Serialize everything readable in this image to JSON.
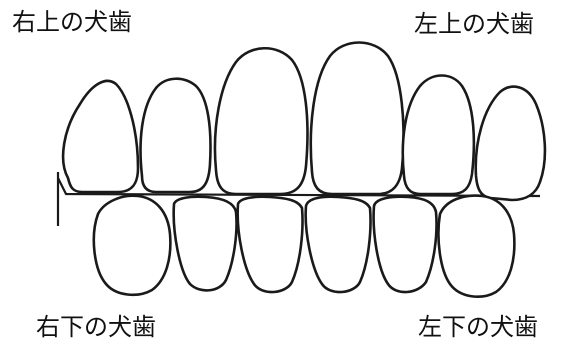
{
  "labels": {
    "upper_right": "右上の犬歯",
    "upper_left": "左上の犬歯",
    "lower_right": "右下の犬歯",
    "lower_left": "左下の犬歯"
  },
  "colors": {
    "outline": "#1a1a1a",
    "background": "#ffffff"
  }
}
